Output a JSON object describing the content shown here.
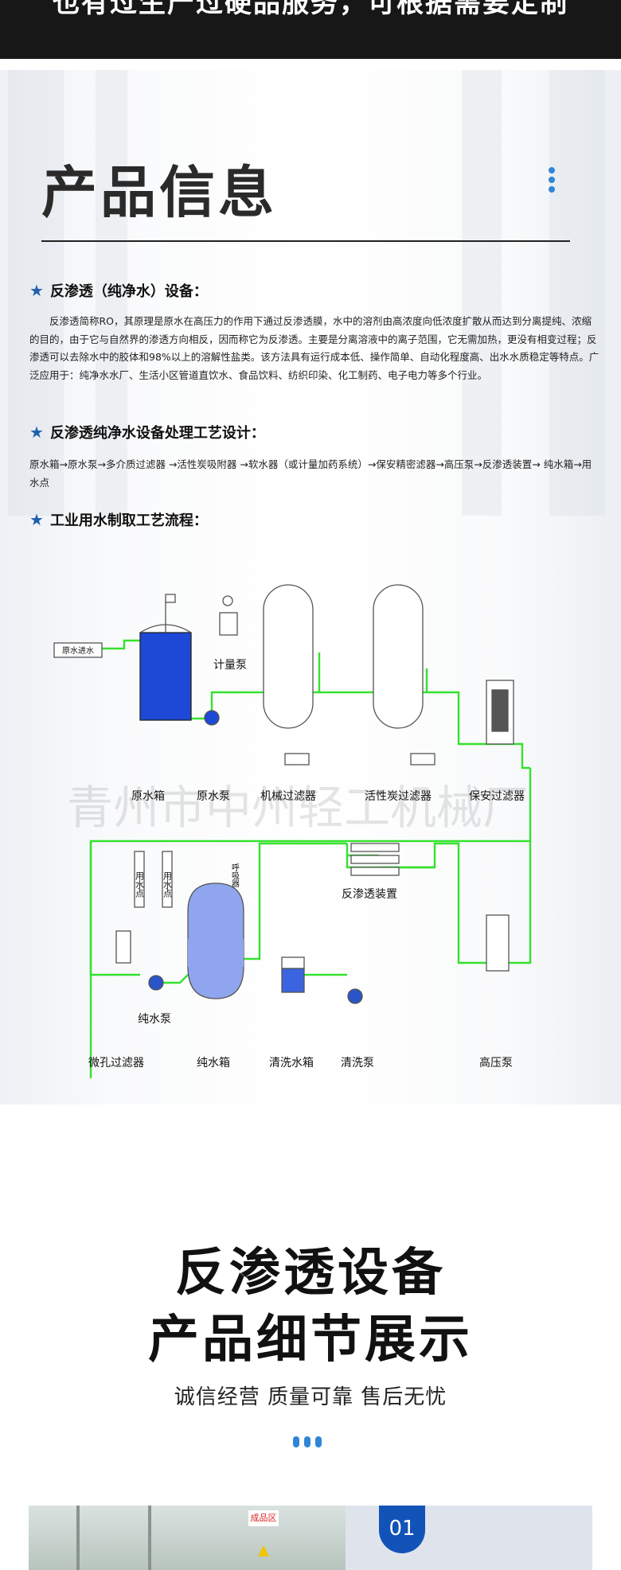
{
  "header": {
    "truncated_text": "也有过生产过硬品服务，可根据需要定制"
  },
  "section": {
    "title": "产品信息"
  },
  "items": [
    {
      "heading": "反渗透（纯净水）设备：",
      "body": "反渗透简称RO，其原理是原水在高压力的作用下通过反渗透膜，水中的溶剂由高浓度向低浓度扩散从而达到分离提纯、浓缩的目的，由于它与自然界的渗透方向相反，因而称它为反渗透。主要是分离溶液中的离子范围，它无需加热，更没有相变过程；反渗透可以去除水中的胶体和98%以上的溶解性盐类。该方法具有运行成本低、操作简单、自动化程度高、出水水质稳定等特点。广泛应用于：纯净水水厂、生活小区管道直饮水、食品饮料、纺织印染、化工制药、电子电力等多个行业。"
    },
    {
      "heading": "反渗透纯净水设备处理工艺设计：",
      "body": "原水箱→原水泵→多介质过滤器 →活性炭吸附器 →软水器（或计量加药系统）→保安精密滤器→高压泵→反渗透装置→ 纯水箱→用水点"
    },
    {
      "heading": "工业用水制取工艺流程："
    }
  ],
  "diagram": {
    "watermark": "青州市中州轻工机械厂",
    "inlet": "原水进水",
    "labels": {
      "metering_pump": "计量泵",
      "raw_tank": "原水箱",
      "raw_pump": "原水泵",
      "mech_filter": "机械过滤器",
      "carbon_filter": "活性炭过滤器",
      "security_filter": "保安过滤器",
      "ro_unit": "反渗透装置",
      "pure_pump": "纯水泵",
      "micro_filter": "微孔过滤器",
      "pure_tank": "纯水箱",
      "clean_tank": "清洗水箱",
      "clean_pump": "清洗泵",
      "hp_pump": "高压泵",
      "use_point_1": "用水点",
      "use_point_2": "用水点",
      "breather": "呼吸器"
    }
  },
  "hero": {
    "line1": "反渗透设备",
    "line2": "产品细节展示",
    "subtitle": "诚信经营 质量可靠 售后无忧"
  },
  "card": {
    "number": "01",
    "sign": "成品区"
  },
  "colors": {
    "accent": "#2f86d6",
    "pipe": "#35e12f",
    "tank": "#1e49d6",
    "badge": "#1253b8"
  }
}
